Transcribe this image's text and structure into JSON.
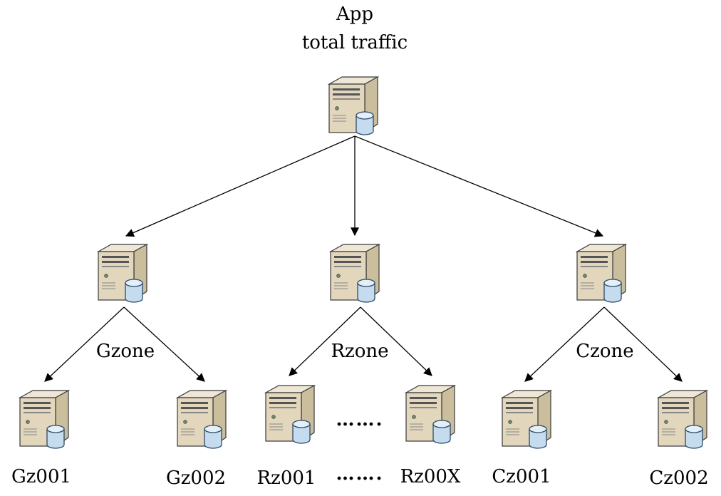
{
  "root": {
    "title": "App",
    "subtitle": "total traffic"
  },
  "zones": [
    {
      "label": "Gzone",
      "leaves": [
        "Gz001",
        "Gz002"
      ]
    },
    {
      "label": "Rzone",
      "leaves": [
        "Rz001",
        "Rz00X"
      ]
    },
    {
      "label": "Czone",
      "leaves": [
        "Cz001",
        "Cz002"
      ]
    }
  ],
  "ellipsis": "…….",
  "colors": {
    "server_body": "#E2D6BC",
    "server_top": "#EFE7D5",
    "server_side": "#CBBE9D",
    "server_outline": "#3A3A3A",
    "disk": "#C5DCEF",
    "arrow": "#000000"
  },
  "icons": {
    "server": "server-with-database-icon"
  }
}
